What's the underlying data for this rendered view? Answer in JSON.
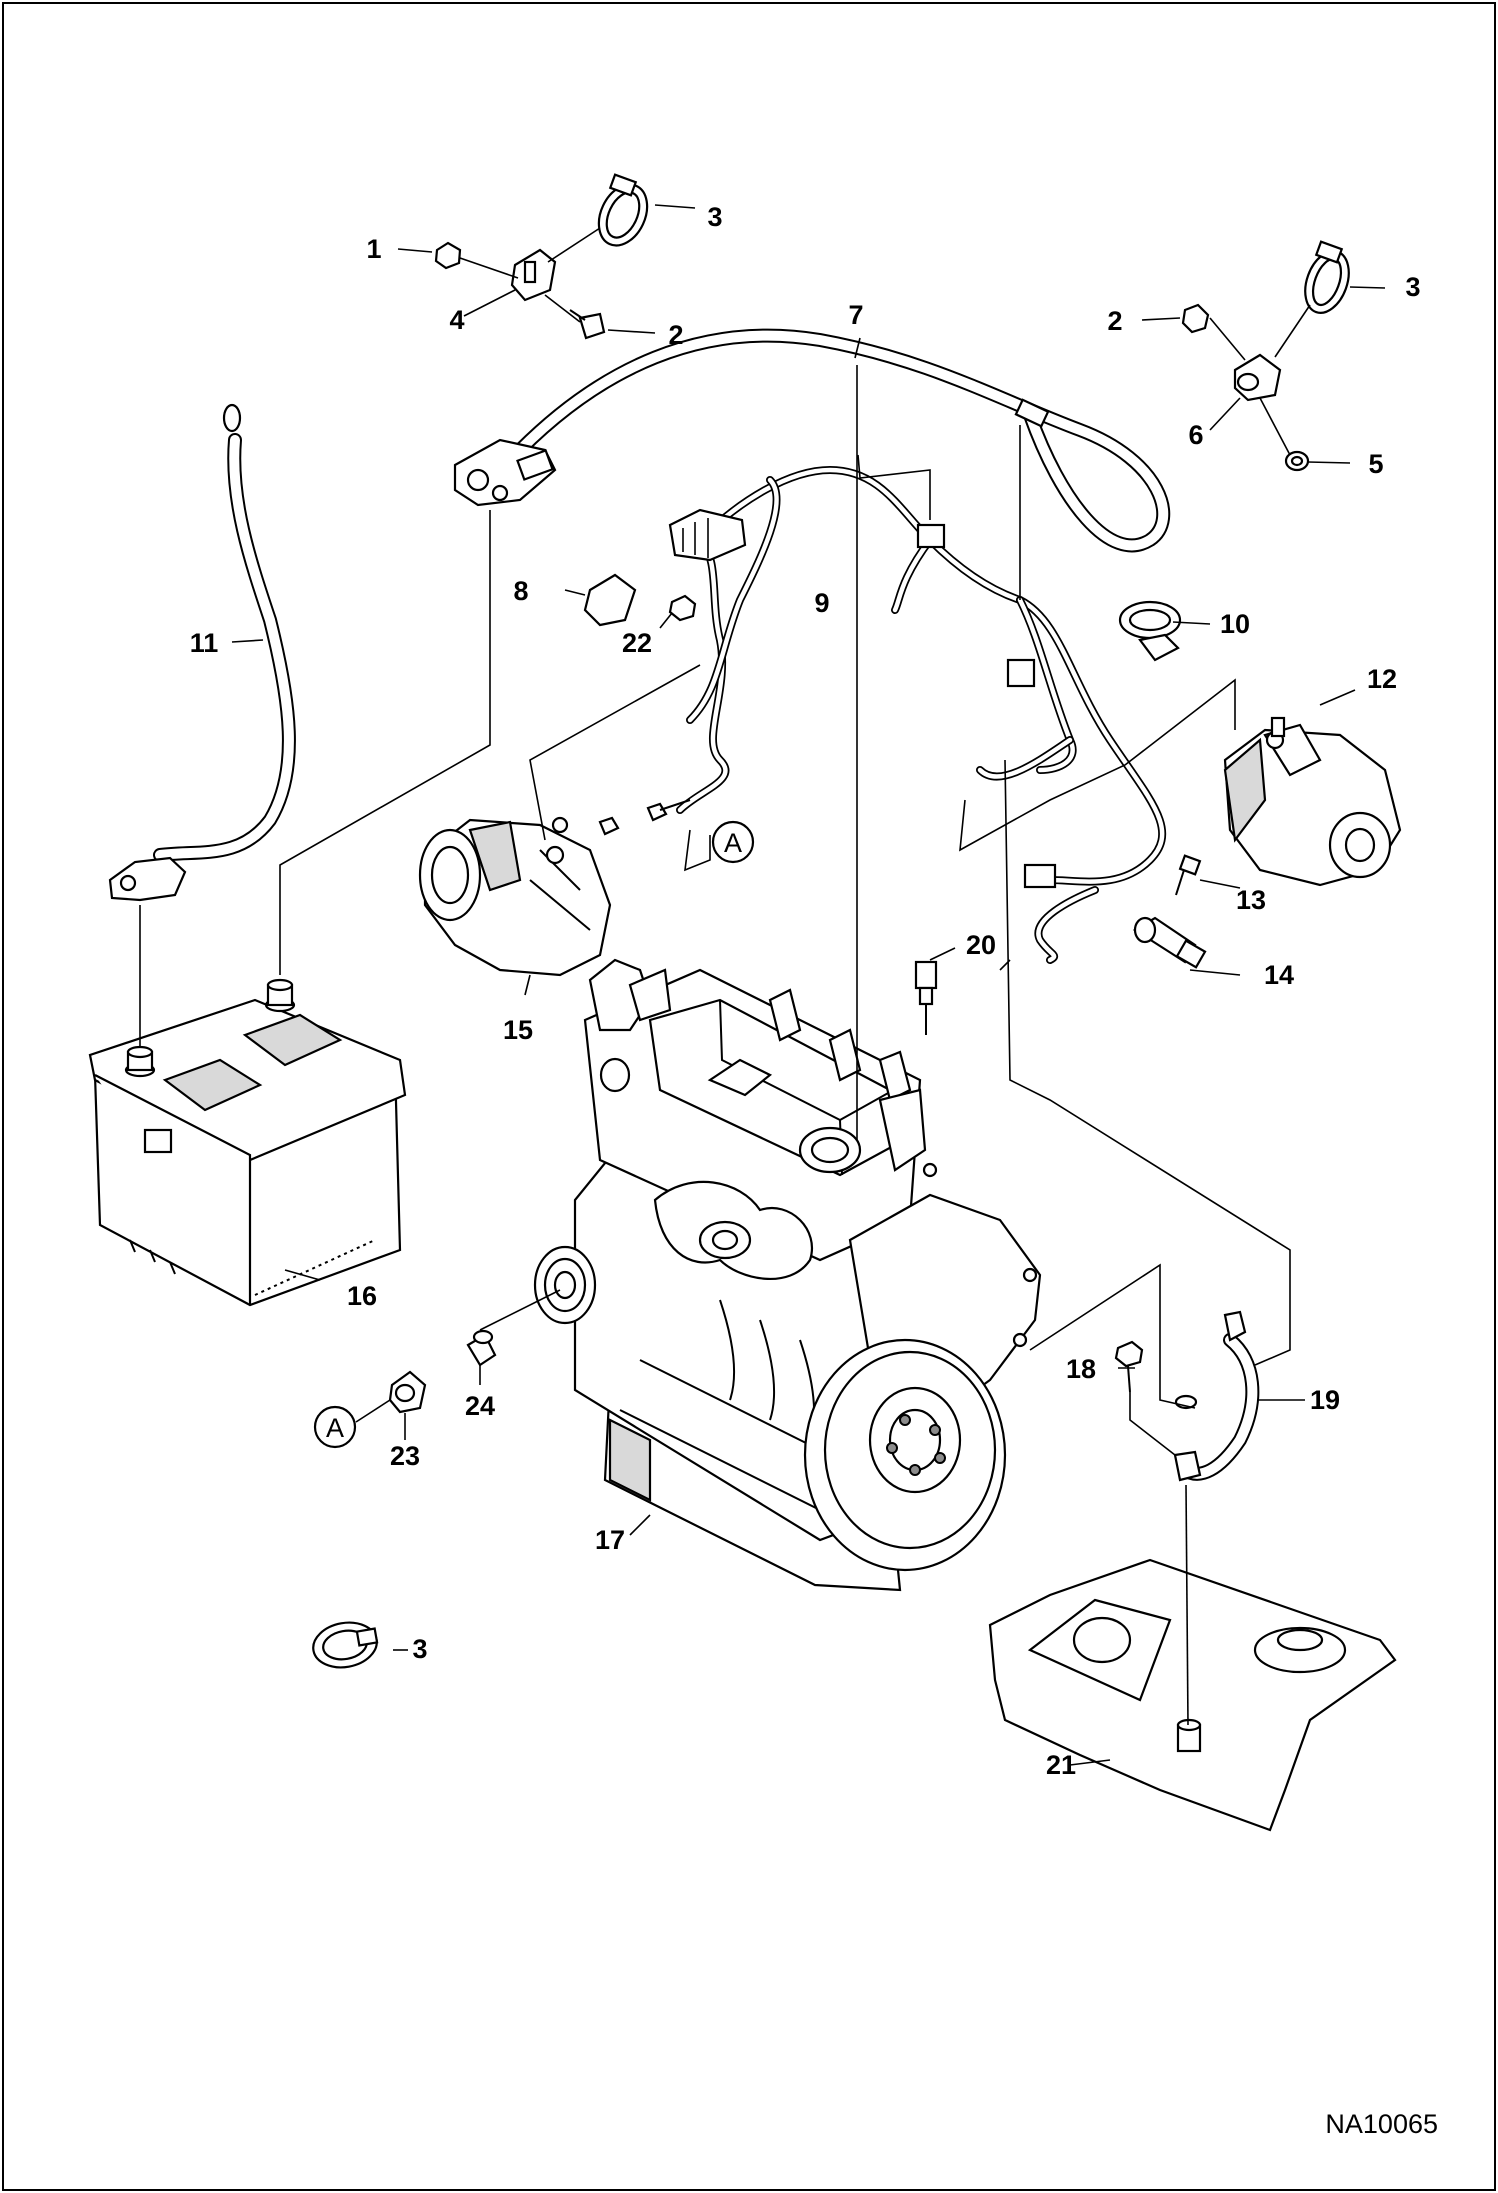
{
  "figure_id": "NA10065",
  "callouts": {
    "c1": "1",
    "c2a": "2",
    "c2b": "2",
    "c3a": "3",
    "c3b": "3",
    "c3c": "3",
    "c4": "4",
    "c5": "5",
    "c6": "6",
    "c7": "7",
    "c8": "8",
    "c9": "9",
    "c10": "10",
    "c11": "11",
    "c12": "12",
    "c13": "13",
    "c14": "14",
    "c15": "15",
    "c16": "16",
    "c17": "17",
    "c18": "18",
    "c19": "19",
    "c20": "20",
    "c21": "21",
    "c22": "22",
    "c23": "23",
    "c24": "24",
    "refA1": "A",
    "refA2": "A"
  }
}
